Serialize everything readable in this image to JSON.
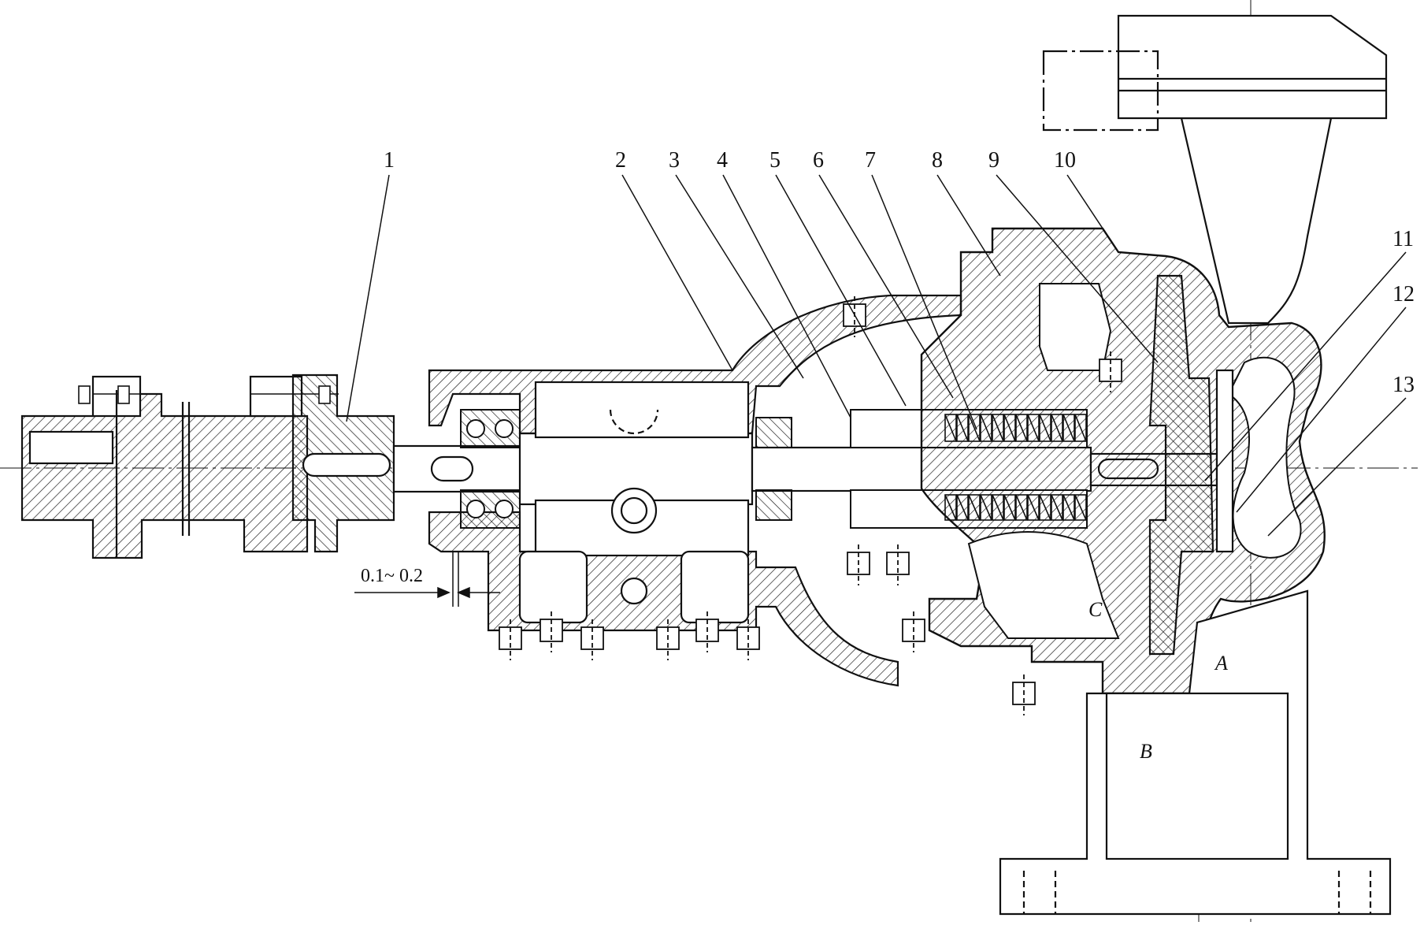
{
  "part_labels": [
    "1",
    "2",
    "3",
    "4",
    "5",
    "6",
    "7",
    "8",
    "9",
    "10",
    "11",
    "12",
    "13"
  ],
  "dimension_text": "0.1~ 0.2",
  "point_labels": [
    "A",
    "B",
    "C"
  ],
  "colors": {
    "line": "#111111",
    "background": "#ffffff"
  }
}
